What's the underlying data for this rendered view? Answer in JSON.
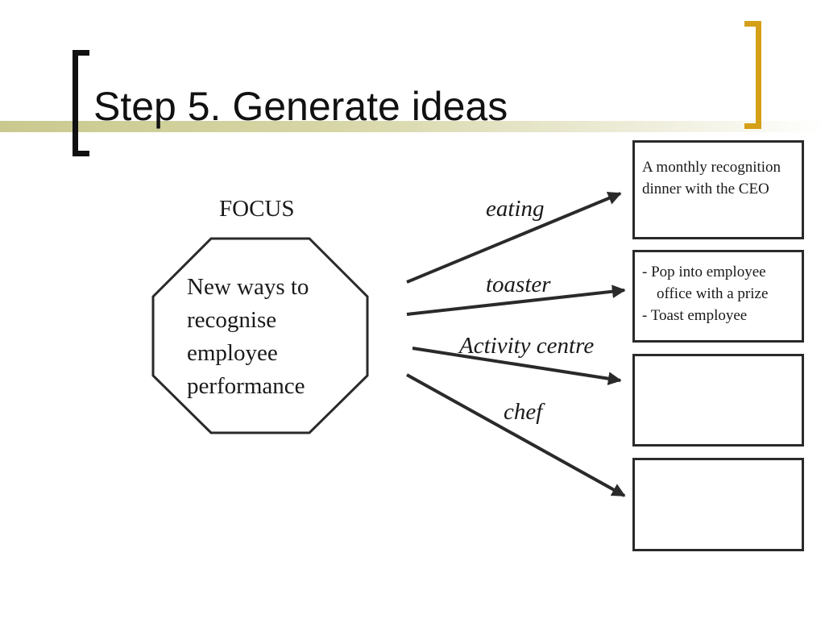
{
  "slide": {
    "title": "Step 5. Generate ideas"
  },
  "focus": {
    "label": "FOCUS",
    "text": "New ways to recognise employee performance"
  },
  "branches": [
    {
      "label": "eating"
    },
    {
      "label": "toaster"
    },
    {
      "label": "Activity centre"
    },
    {
      "label": "chef"
    }
  ],
  "idea_boxes": [
    {
      "text": "A monthly recognition dinner with the CEO"
    },
    {
      "items": [
        "- Pop into employee office with a prize",
        "- Toast employee"
      ]
    },
    {
      "text": ""
    },
    {
      "text": ""
    }
  ],
  "colors": {
    "accent_bracket": "#d4a017",
    "title_rule": "#c9c98f",
    "stroke": "#2a2a2a"
  }
}
